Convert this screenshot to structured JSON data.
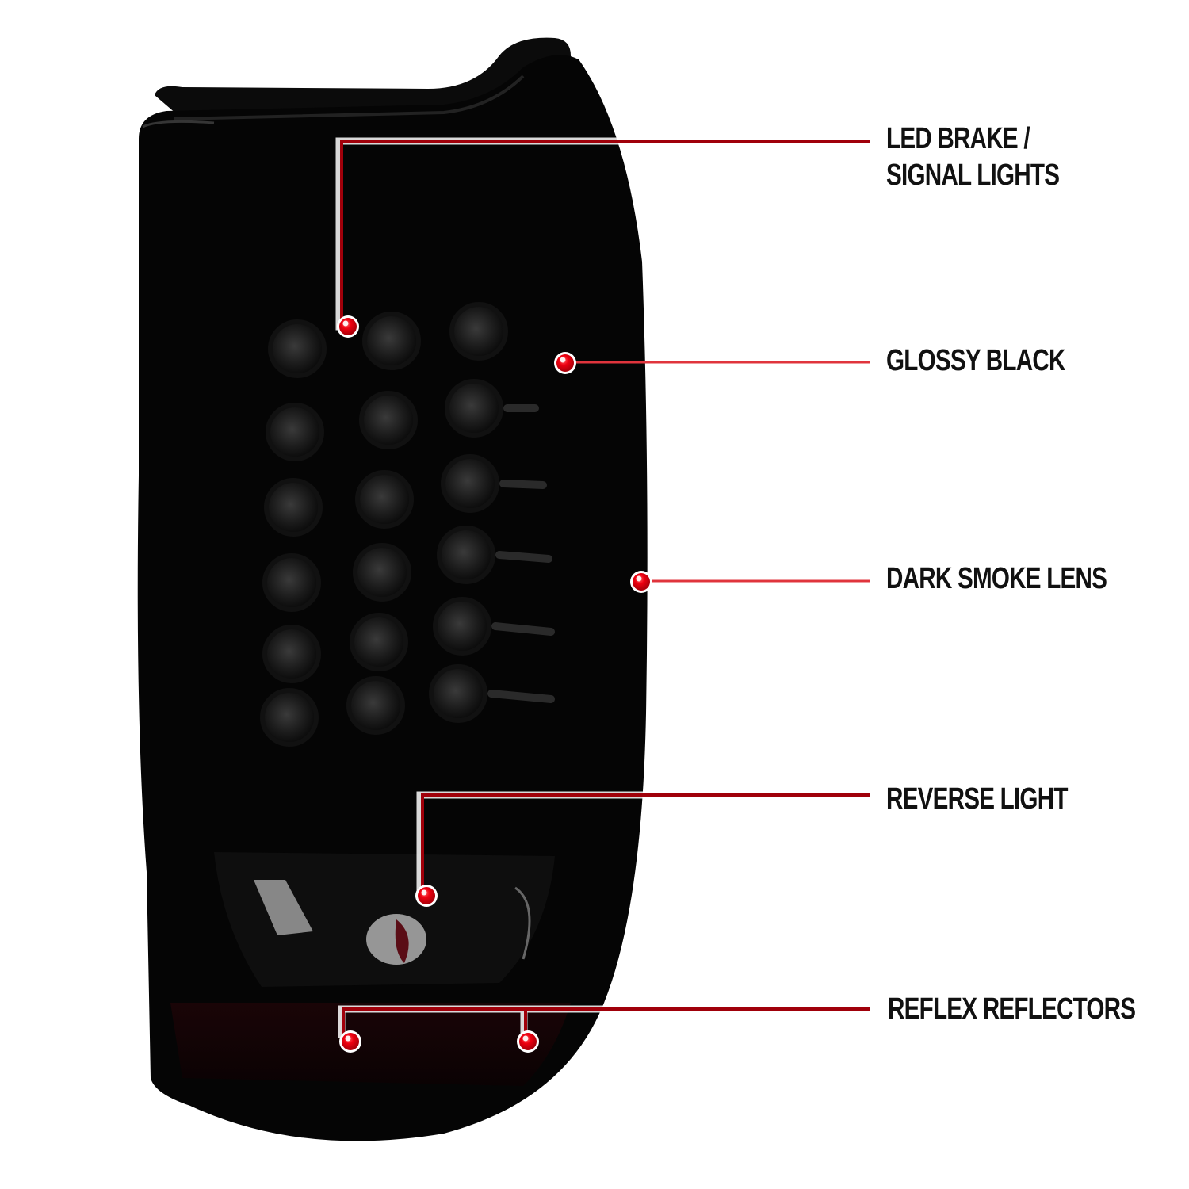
{
  "product": {
    "name": "tail-light",
    "body_color": "#050505",
    "accent_color": "#e4000f",
    "leader_line_color": "#d8262c",
    "led_grid": {
      "columns": 3,
      "rows": 6,
      "count": 18
    }
  },
  "callouts": [
    {
      "id": "led",
      "lines": [
        "LED BRAKE /",
        "SIGNAL LIGHTS"
      ],
      "markers": 1
    },
    {
      "id": "glossy",
      "lines": [
        "GLOSSY BLACK"
      ],
      "markers": 1
    },
    {
      "id": "smoke",
      "lines": [
        "DARK SMOKE LENS"
      ],
      "markers": 1
    },
    {
      "id": "reverse",
      "lines": [
        "REVERSE LIGHT"
      ],
      "markers": 1
    },
    {
      "id": "reflex",
      "lines": [
        "REFLEX REFLECTORS"
      ],
      "markers": 2
    }
  ]
}
